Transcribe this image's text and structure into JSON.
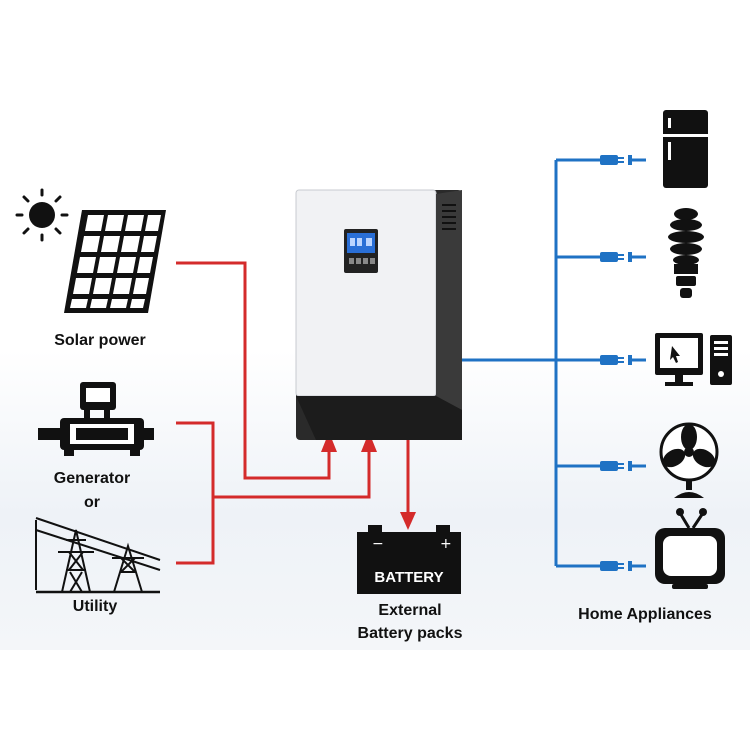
{
  "sources": {
    "solar_label": "Solar power",
    "generator_label": "Generator",
    "or_label": "or",
    "utility_label": "Utility"
  },
  "inverter": {
    "icon": "inverter-icon",
    "display_icon": "lcd-display-icon"
  },
  "battery": {
    "box_text": "BATTERY",
    "label_line1": "External",
    "label_line2": "Battery packs"
  },
  "appliances": {
    "label": "Home Appliances",
    "items": [
      "fridge-icon",
      "bulb-icon",
      "computer-icon",
      "fan-icon",
      "tv-icon"
    ]
  },
  "colors": {
    "input_line": "#d42b2b",
    "output_line": "#1f72c4",
    "inverter_body": "#f2f3f5",
    "inverter_base": "#1c1c1c",
    "lcd": "#2a6fd6"
  }
}
